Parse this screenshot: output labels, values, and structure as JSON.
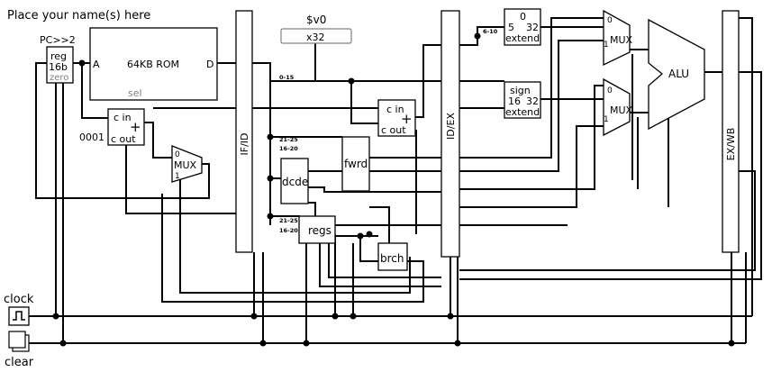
{
  "header": {
    "title": "Place your name(s) here"
  },
  "pc": {
    "caption": "PC>>2",
    "name": "reg",
    "width": "16b",
    "zero": "zero"
  },
  "rom": {
    "name": "64KB ROM",
    "port_a": "A",
    "port_d": "D",
    "sel": "sel"
  },
  "pc_adder": {
    "cin": "c in",
    "cout": "c out",
    "plus": "+",
    "constant": "0001"
  },
  "pc_mux": {
    "name": "MUX",
    "in0": "0",
    "in1": "1"
  },
  "probe": {
    "label": "$v0",
    "value": "x32"
  },
  "branch_adder": {
    "cin": "c in",
    "cout": "c out",
    "plus": "+"
  },
  "decode": {
    "name": "dcde"
  },
  "forward": {
    "name": "fwrd"
  },
  "regfile": {
    "name": "regs"
  },
  "branch": {
    "name": "brch"
  },
  "splitters": {
    "s1": "0-15",
    "s2": "21-25",
    "s3": "16-20",
    "s4": "21-25",
    "s5": "16-20",
    "s6": "6-10"
  },
  "zero_extend": {
    "in": "5",
    "out": "32",
    "zero": "0",
    "name": "extend"
  },
  "sign_extend": {
    "title": "sign",
    "in": "16",
    "out": "32",
    "name": "extend"
  },
  "alu_mux_a": {
    "name": "MUX",
    "in0": "0",
    "in1": "1"
  },
  "alu_mux_b": {
    "name": "MUX",
    "in0": "0",
    "in1": "1"
  },
  "alu": {
    "name": "ALU"
  },
  "pipeline": {
    "ifid": "IF/ID",
    "idex": "ID/EX",
    "exwb": "EX/WB"
  },
  "controls": {
    "clock": "clock",
    "clear": "clear"
  }
}
